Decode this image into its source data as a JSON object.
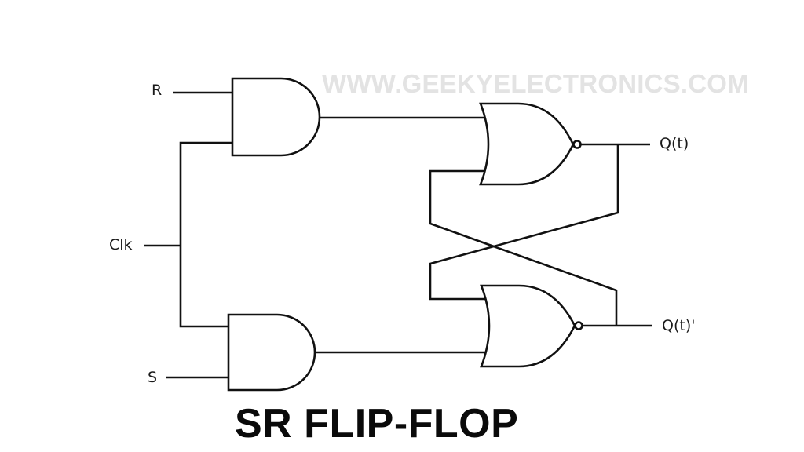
{
  "diagram": {
    "title": "SR FLIP-FLOP",
    "watermark": "WWW.GEEKYELECTRONICS.COM",
    "inputs": {
      "r": "R",
      "clk": "Clk",
      "s": "S"
    },
    "outputs": {
      "q": "Q(t)",
      "q_bar": "Q(t)'"
    },
    "gates": [
      {
        "id": "and-top",
        "type": "AND",
        "inputs": [
          "R",
          "Clk"
        ]
      },
      {
        "id": "and-bottom",
        "type": "AND",
        "inputs": [
          "Clk",
          "S"
        ]
      },
      {
        "id": "nor-top",
        "type": "NOR",
        "inputs": [
          "and-top",
          "Q(t)'"
        ],
        "output": "Q(t)"
      },
      {
        "id": "nor-bottom",
        "type": "NOR",
        "inputs": [
          "Q(t)",
          "and-bottom"
        ],
        "output": "Q(t)'"
      }
    ],
    "colors": {
      "line": "#111111",
      "watermark": "#e3e3e3",
      "background": "#ffffff"
    }
  }
}
